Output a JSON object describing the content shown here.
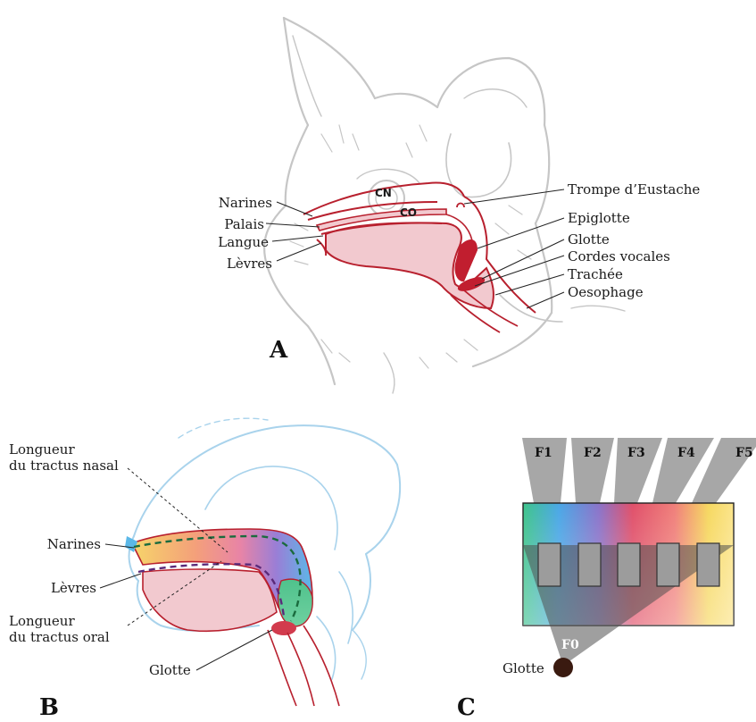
{
  "panel_a": {
    "letter": "A",
    "cavity_labels": {
      "nasal": "CN",
      "oral": "CO"
    },
    "left_labels": [
      "Narines",
      "Palais",
      "Langue",
      "Lèvres"
    ],
    "right_labels": [
      "Trompe d’Eustache",
      "Epiglotte",
      "Glotte",
      "Cordes vocales",
      "Trachée",
      "Oesophage"
    ]
  },
  "panel_b": {
    "letter": "B",
    "nasal_length_line1": "Longueur",
    "nasal_length_line2": "du tractus nasal",
    "narines": "Narines",
    "levres": "Lèvres",
    "oral_length_line1": "Longueur",
    "oral_length_line2": "du tractus oral",
    "glotte": "Glotte"
  },
  "panel_c": {
    "letter": "C",
    "formants": [
      "F1",
      "F2",
      "F3",
      "F4",
      "F5"
    ],
    "fundamental": "F0",
    "source": "Glotte"
  },
  "colors": {
    "tract_red": "#b8202e",
    "tract_fill": "#f2c9cf",
    "sketch_grey": "#c8c8c8",
    "sketch_blue": "#a9d3ec",
    "glottis_brown": "#3a1a10"
  }
}
